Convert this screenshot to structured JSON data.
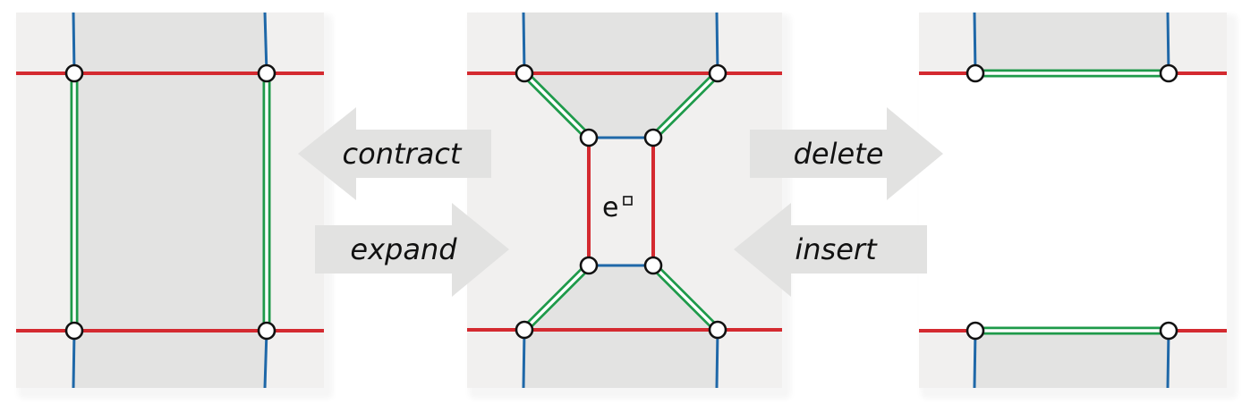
{
  "colors": {
    "background": "#ffffff",
    "panel": "#f1f0ef",
    "face": "#e3e3e2",
    "red_edge": "#d42a30",
    "blue_edge": "#1f68a8",
    "green_edge": "#1e9a4a",
    "arrow": "#e2e2e1",
    "vertex_fill": "#ffffff",
    "vertex_stroke": "#111111"
  },
  "operations": {
    "contract": "contract",
    "expand": "expand",
    "delete": "delete",
    "insert": "insert"
  },
  "face_label": {
    "base": "e",
    "superscript_symbol": "square-icon"
  }
}
